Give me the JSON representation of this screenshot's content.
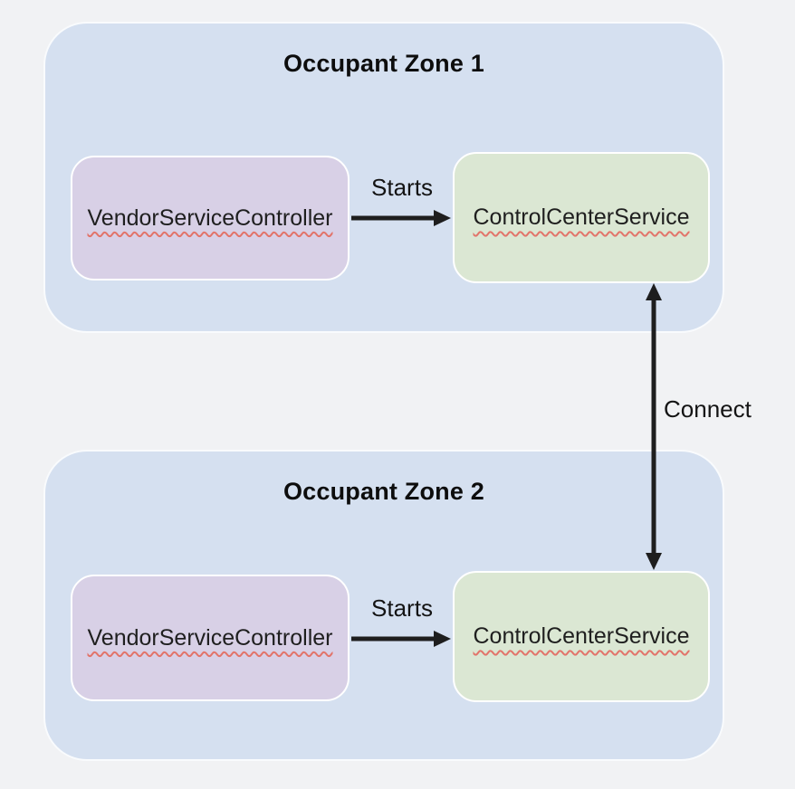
{
  "diagram": {
    "zones": [
      {
        "title": "Occupant Zone 1",
        "nodes": [
          {
            "label": "VendorServiceController"
          },
          {
            "label": "ControlCenterService"
          }
        ],
        "edge_label": "Starts"
      },
      {
        "title": "Occupant Zone 2",
        "nodes": [
          {
            "label": "VendorServiceController"
          },
          {
            "label": "ControlCenterService"
          }
        ],
        "edge_label": "Starts"
      }
    ],
    "connect_label": "Connect",
    "colors": {
      "page_bg": "#f1f2f4",
      "zone_bg": "#d5e0f0",
      "vendor_bg": "#d8d0e6",
      "control_bg": "#dbe7d3",
      "arrow": "#1e1e1e",
      "squiggle": "#e2746a",
      "text": "#141414"
    }
  }
}
